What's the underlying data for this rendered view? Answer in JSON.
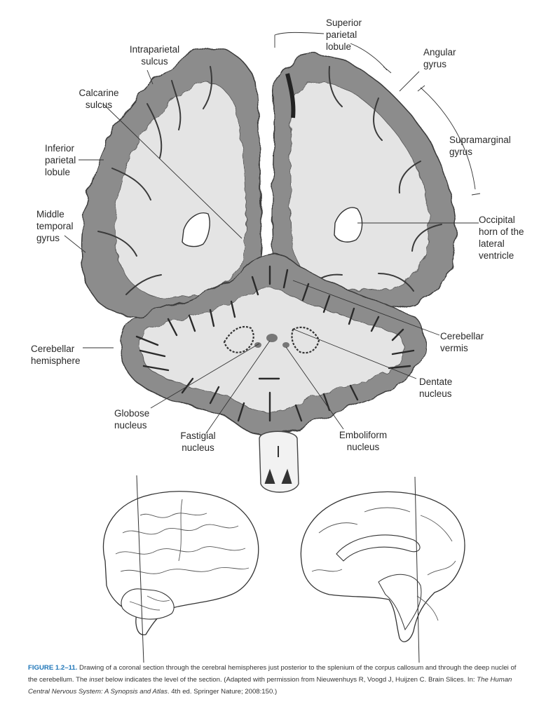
{
  "labels": {
    "superior_parietal_lobule": "Superior\nparietal\nlobule",
    "intraparietal_sulcus": "Intraparietal\nsulcus",
    "angular_gyrus": "Angular\ngyrus",
    "calcarine_sulcus": "Calcarine\nsulcus",
    "supramarginal_gyrus": "Supramarginal\ngyrus",
    "inferior_parietal_lobule": "Inferior\nparietal\nlobule",
    "middle_temporal_gyrus": "Middle\ntemporal\ngyrus",
    "occipital_horn": "Occipital\nhorn of the\nlateral\nventricle",
    "cerebellar_vermis": "Cerebellar\nvermis",
    "cerebellar_hemisphere": "Cerebellar\nhemisphere",
    "dentate_nucleus": "Dentate\nnucleus",
    "globose_nucleus": "Globose\nnucleus",
    "fastigial_nucleus": "Fastigial\nnucleus",
    "emboliform_nucleus": "Emboliform\nnucleus"
  },
  "caption": {
    "figure_number": "FIGURE 1.2–11.",
    "text_1": " Drawing of a coronal section through the cerebral hemispheres just posterior to the splenium of the corpus callosum and through the deep nuclei of the cerebellum. The ",
    "inset_word": "inset",
    "text_2": " below indicates the level of the section. (Adapted with permission from Nieuwenhuys R, Voogd J, Huijzen C. Brain Slices. In: ",
    "book_title": "The Human Central Nervous System: A Synopsis and Atlas",
    "text_3": ". 4th ed. Springer Nature; 2008:150.)"
  },
  "colors": {
    "gray_matter": "#8c8c8c",
    "white_matter": "#e4e4e4",
    "outline": "#3a3a3a",
    "caption_figure": "#1d75b8"
  }
}
